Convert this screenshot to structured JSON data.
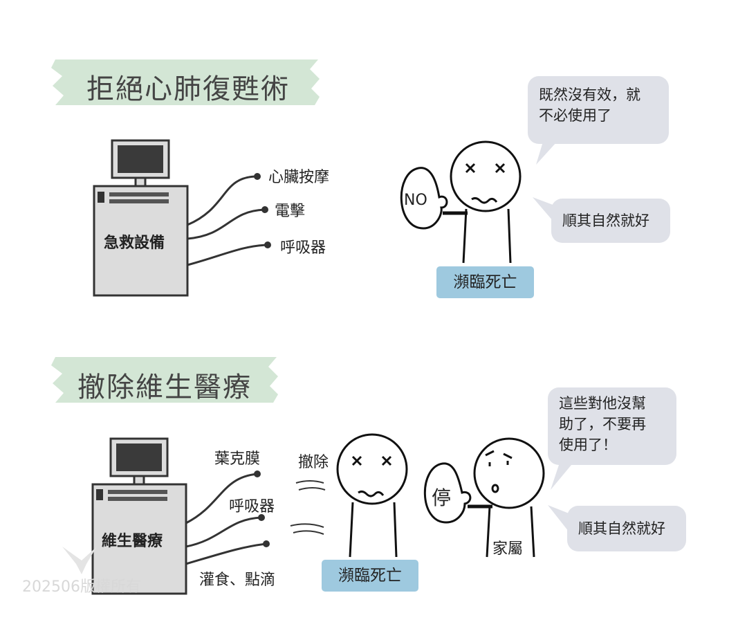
{
  "section1": {
    "title": "拒絕心肺復甦術",
    "machine_label": "急救設備",
    "connections": [
      "心臟按摩",
      "電擊",
      "呼吸器"
    ],
    "sign": "NO",
    "status": "瀕臨死亡",
    "bubbles": [
      "既然沒有效，就\n不必使用了",
      "順其自然就好"
    ]
  },
  "section2": {
    "title": "撤除維生醫療",
    "machine_label": "維生醫療",
    "connections": [
      "葉克膜",
      "呼吸器",
      "灌食、點滴"
    ],
    "action": "撤除",
    "status": "瀕臨死亡",
    "sign": "停",
    "family_label": "家屬",
    "bubbles": [
      "這些對他沒幫\n助了，不要再\n使用了！",
      "順其自然就好"
    ]
  },
  "watermark": "202506版權所有",
  "colors": {
    "banner": "#d3e6d5",
    "bubble": "#dfe1e8",
    "status": "#9ec9df",
    "machine": "#dcdcdc"
  }
}
